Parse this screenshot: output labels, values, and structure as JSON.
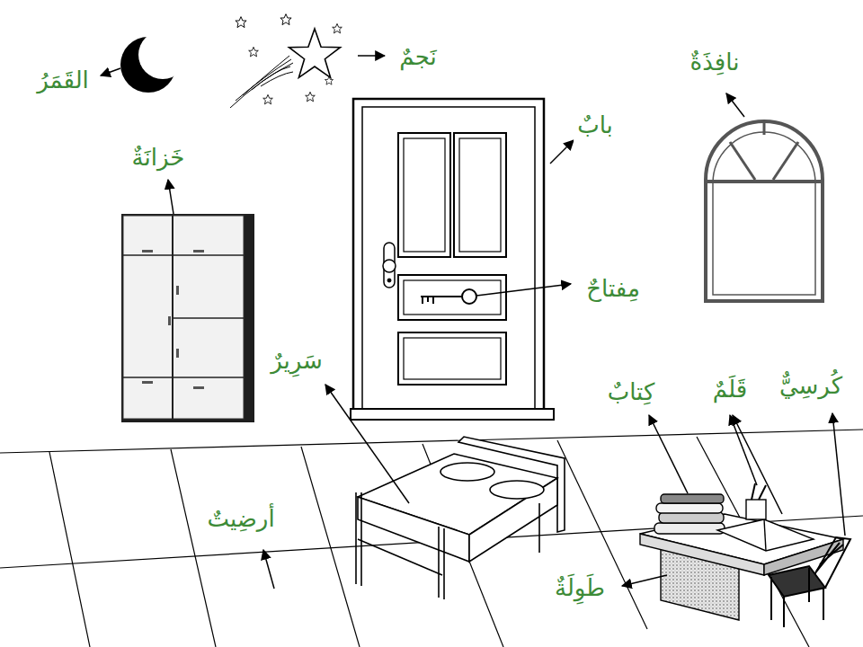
{
  "diagram": {
    "labels": [
      "القَمَرُ",
      "نَجمٌ",
      "نافِذَةٌ",
      "بابٌ",
      "خَزانَةٌ",
      "مِفتاحٌ",
      "سَرِيرٌ",
      "كِتابٌ",
      "قَلَمٌ",
      "كُرسِيٌّ",
      "أرضِيتٌ",
      "طَوِلَةٌ"
    ]
  }
}
